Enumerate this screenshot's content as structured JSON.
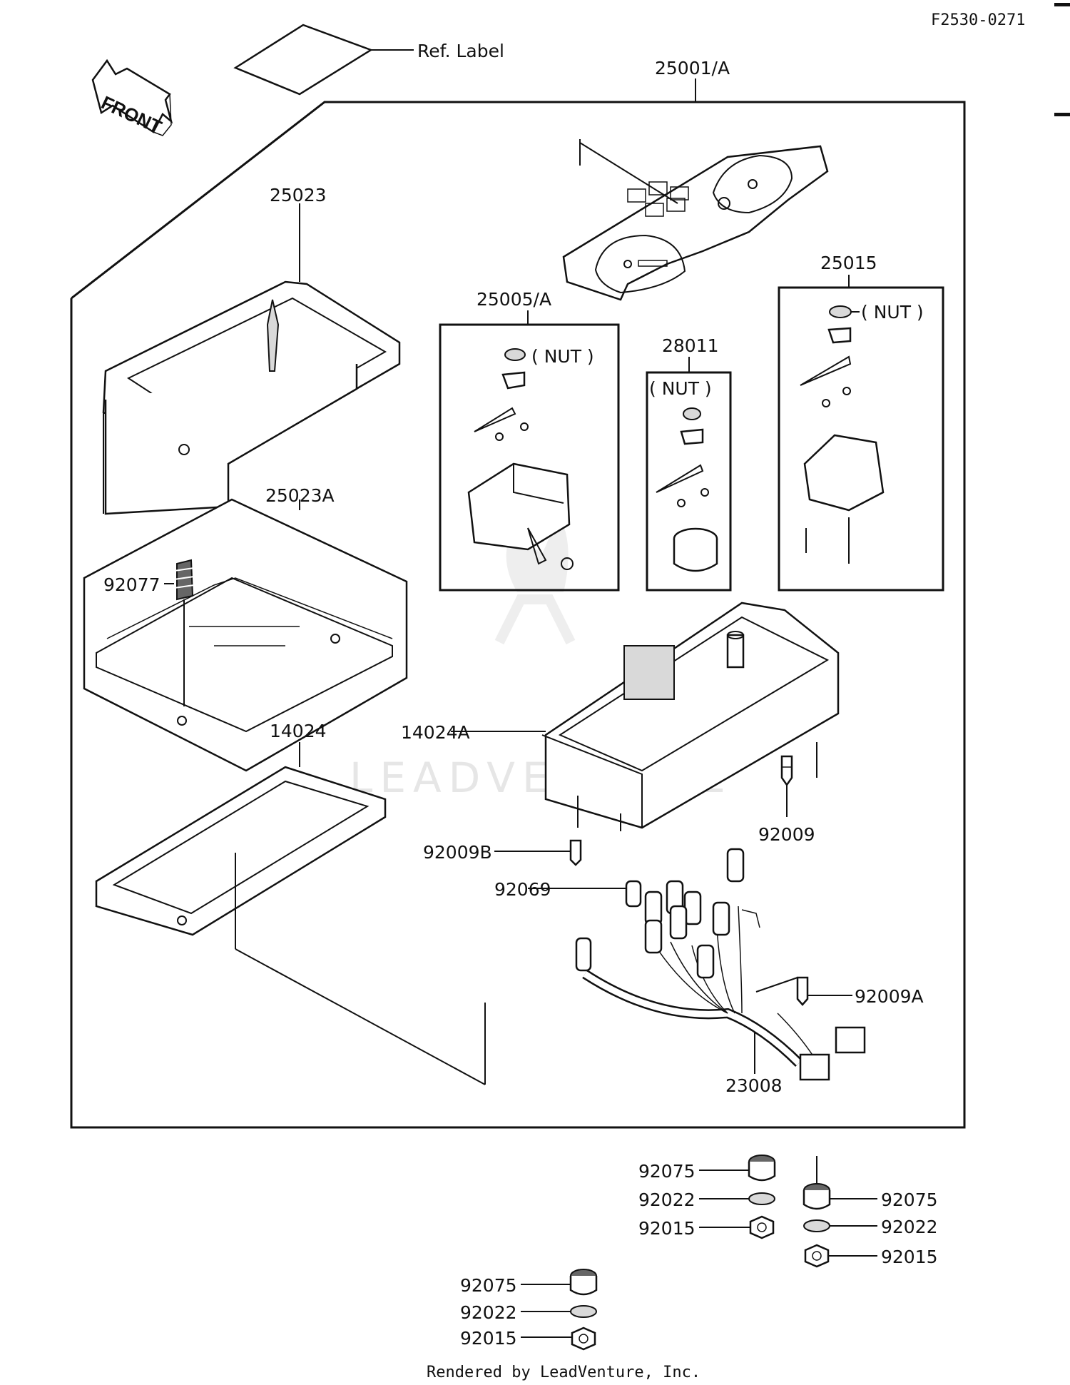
{
  "diagram_id": "F2530-0271",
  "front_label": "FRONT",
  "ref_label": "Ref. Label",
  "watermark": "LEADVENTURE",
  "footer": "Rendered by LeadVenture, Inc.",
  "nut_label": "( NUT )",
  "parts": {
    "p25001A": "25001/A",
    "p25023": "25023",
    "p25023A": "25023A",
    "p92077": "92077",
    "p14024": "14024",
    "p25005A": "25005/A",
    "p28011": "28011",
    "p25015": "25015",
    "p14024A": "14024A",
    "p92009": "92009",
    "p92009B": "92009B",
    "p92069": "92069",
    "p92009A": "92009A",
    "p23008": "23008",
    "a92075": "92075",
    "a92022": "92022",
    "a92015": "92015",
    "b92075": "92075",
    "b92022": "92022",
    "b92015": "92015",
    "c92075": "92075",
    "c92022": "92022",
    "c92015": "92015"
  }
}
